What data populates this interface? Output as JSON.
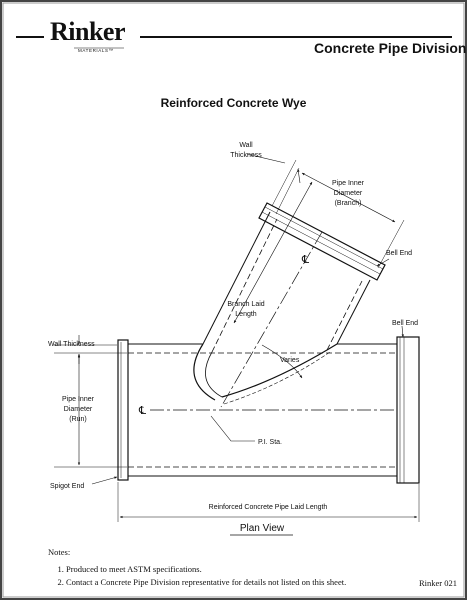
{
  "header": {
    "brand": "Rinker",
    "brand_sub": "MATERIALS™",
    "division": "Concrete Pipe Division"
  },
  "title": "Reinforced Concrete Wye",
  "labels": {
    "wall_thickness_top": [
      "Wall",
      "Thickness"
    ],
    "pipe_inner_diameter_branch": [
      "Pipe Inner",
      "Diameter",
      "(Branch)"
    ],
    "bell_end_branch": "Bell End",
    "bell_end_run": "Bell End",
    "branch_laid_length": [
      "Branch Laid",
      "Length"
    ],
    "varies": "Varies",
    "wall_thickness_left": "Wall Thickness",
    "pipe_inner_diameter_run": [
      "Pipe Inner",
      "Diameter",
      "(Run)"
    ],
    "pi_sta": "P.I. Sta.",
    "spigot_end": "Spigot End",
    "laid_length": "Reinforced Concrete Pipe Laid Length",
    "plan_view": "Plan View",
    "centerline_symbol": "℄"
  },
  "notes": {
    "heading": "Notes:",
    "items": [
      "Produced to meet ASTM specifications.",
      "Contact a Concrete Pipe Division representative for details not listed on this sheet."
    ]
  },
  "sheet_id": "Rinker 021"
}
